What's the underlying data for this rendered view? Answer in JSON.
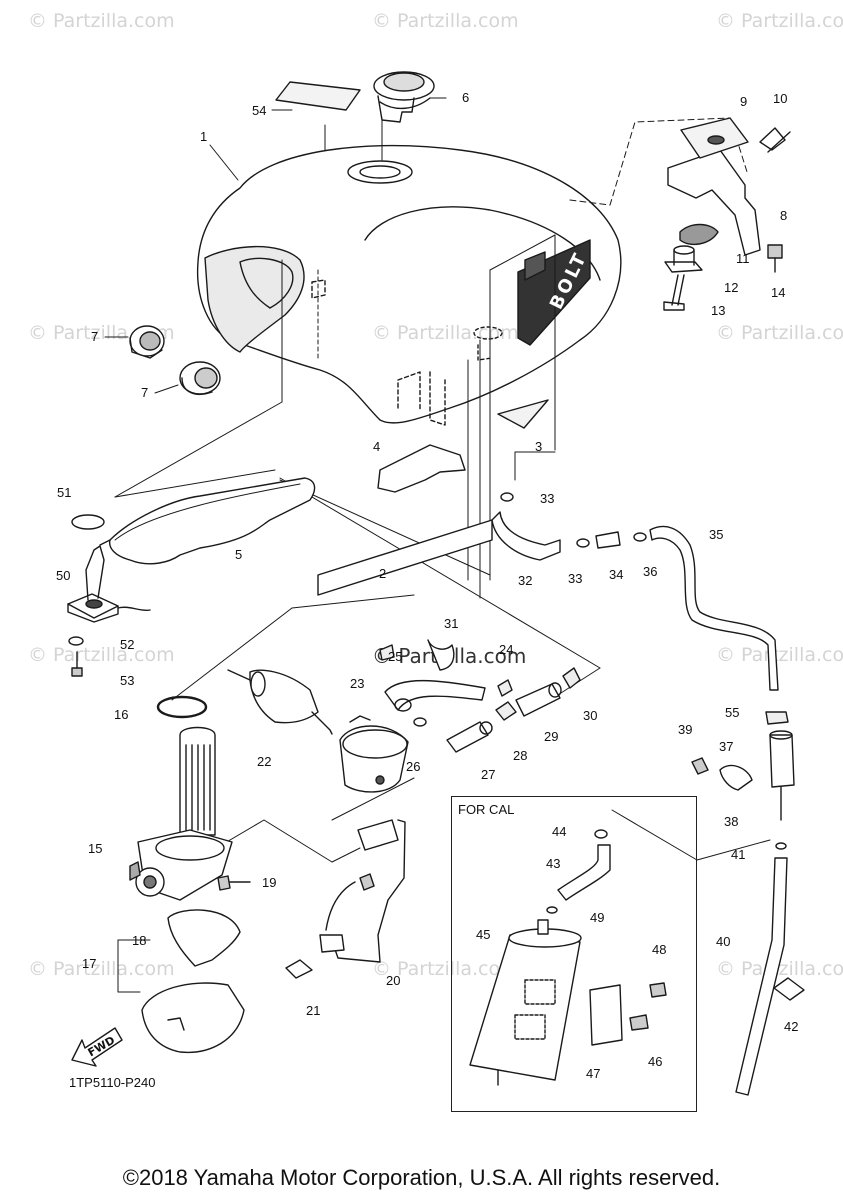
{
  "watermarks": {
    "text": "© Partzilla.com",
    "center_text": "© Partzilla.com"
  },
  "box": {
    "label": "FOR CAL"
  },
  "fwd_label": "FWD",
  "tank_logo": "BOLT",
  "part_code": "1TP5110-P240",
  "copyright": "©2018 Yamaha Motor Corporation, U.S.A. All rights reserved.",
  "callouts": {
    "c1": "1",
    "c2": "2",
    "c3": "3",
    "c4": "4",
    "c5": "5",
    "c6": "6",
    "c7a": "7",
    "c7b": "7",
    "c8": "8",
    "c9": "9",
    "c10": "10",
    "c11": "11",
    "c12": "12",
    "c13": "13",
    "c14": "14",
    "c15": "15",
    "c16": "16",
    "c17": "17",
    "c18": "18",
    "c19": "19",
    "c20": "20",
    "c21": "21",
    "c22": "22",
    "c23": "23",
    "c24": "24",
    "c25": "25",
    "c26": "26",
    "c27": "27",
    "c28": "28",
    "c29": "29",
    "c30": "30",
    "c31": "31",
    "c32": "32",
    "c33a": "33",
    "c33b": "33",
    "c34": "34",
    "c35": "35",
    "c36": "36",
    "c37": "37",
    "c38": "38",
    "c39": "39",
    "c40": "40",
    "c41": "41",
    "c42": "42",
    "c43": "43",
    "c44": "44",
    "c45": "45",
    "c46": "46",
    "c47": "47",
    "c48": "48",
    "c49": "49",
    "c50": "50",
    "c51": "51",
    "c52": "52",
    "c53": "53",
    "c54": "54",
    "c55": "55"
  }
}
